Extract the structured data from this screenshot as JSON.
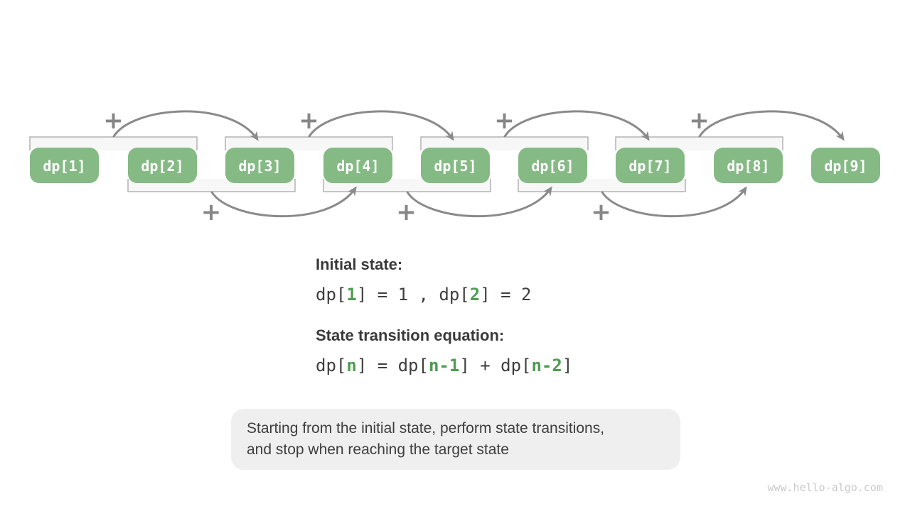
{
  "diagram": {
    "boxes": [
      "dp[1]",
      "dp[2]",
      "dp[3]",
      "dp[4]",
      "dp[5]",
      "dp[6]",
      "dp[7]",
      "dp[8]",
      "dp[9]"
    ],
    "plus": "+",
    "colors": {
      "node_green": "#85ba85",
      "node_text": "#ffffff",
      "arrow_gray": "#8a8a8a",
      "bracket_fill": "#f7f7f7",
      "bracket_border": "#b3b3b3",
      "plus_gray": "#868686",
      "highlight_green": "#4e9d52"
    }
  },
  "sections": {
    "initial": {
      "heading": "Initial state:",
      "segments": [
        {
          "t": "dp["
        },
        {
          "t": "1"
        },
        {
          "t": "] = 1 , dp["
        },
        {
          "t": "2"
        },
        {
          "t": "] = 2"
        }
      ]
    },
    "transition": {
      "heading": "State transition equation:",
      "segments": [
        {
          "t": "dp["
        },
        {
          "t": "n"
        },
        {
          "t": "] = dp["
        },
        {
          "t": "n-1"
        },
        {
          "t": "] + dp["
        },
        {
          "t": "n-2"
        },
        {
          "t": "]"
        }
      ]
    }
  },
  "note": {
    "lines": [
      "Starting from the initial state, perform state transitions,",
      "and stop when reaching the target state"
    ]
  },
  "watermark": "www.hello-algo.com"
}
